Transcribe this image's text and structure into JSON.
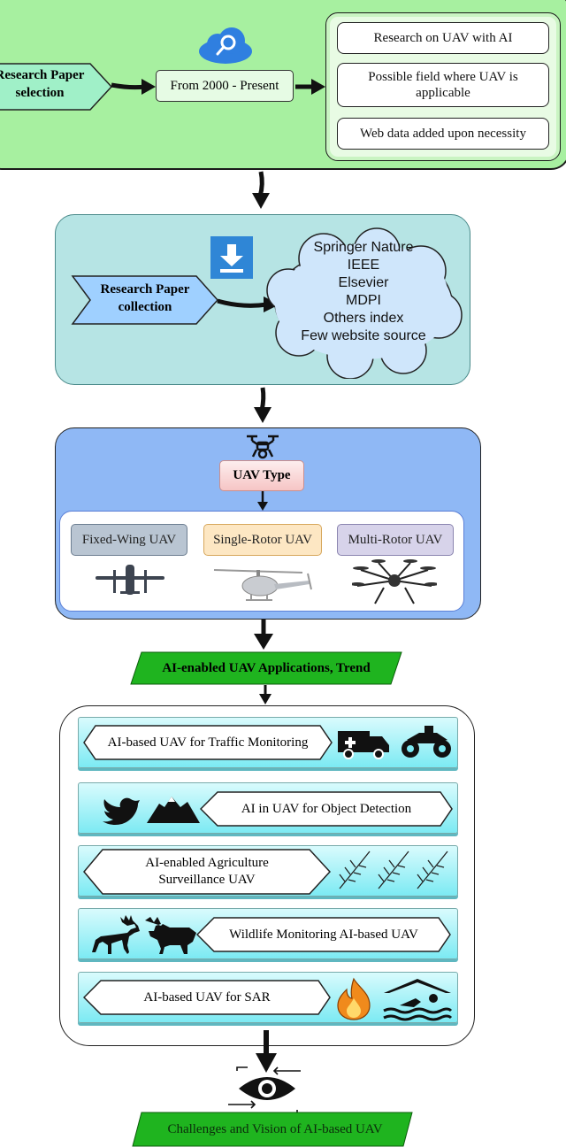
{
  "stage1": {
    "selection_label": "Research Paper selection",
    "period_label": "From 2000 - Present",
    "criteria": [
      "Research on UAV with AI",
      "Possible field where UAV is applicable",
      "Web data added upon necessity"
    ]
  },
  "stage2": {
    "collection_label": "Research Paper collection",
    "sources": [
      "Springer Nature",
      "IEEE",
      "Elsevier",
      "MDPI",
      "Others index",
      "Few website source"
    ]
  },
  "stage3": {
    "title": "UAV Type",
    "types": [
      "Fixed-Wing UAV",
      "Single-Rotor UAV",
      "Multi-Rotor UAV"
    ]
  },
  "banner_trend": "AI-enabled UAV Applications, Trend",
  "applications": [
    "AI-based UAV for Traffic Monitoring",
    "AI in UAV for Object Detection",
    "AI-enabled Agriculture Surveillance UAV",
    "Wildlife Monitoring AI-based UAV",
    "AI-based UAV for SAR"
  ],
  "banner_final": "Challenges and Vision of AI-based UAV",
  "colors": {
    "green_panel": "#a7f0a0",
    "teal_panel": "#b6e4e4",
    "blue_panel": "#8fb8f5",
    "banner": "#1fb41f",
    "app_row": "#7ceaf3"
  }
}
